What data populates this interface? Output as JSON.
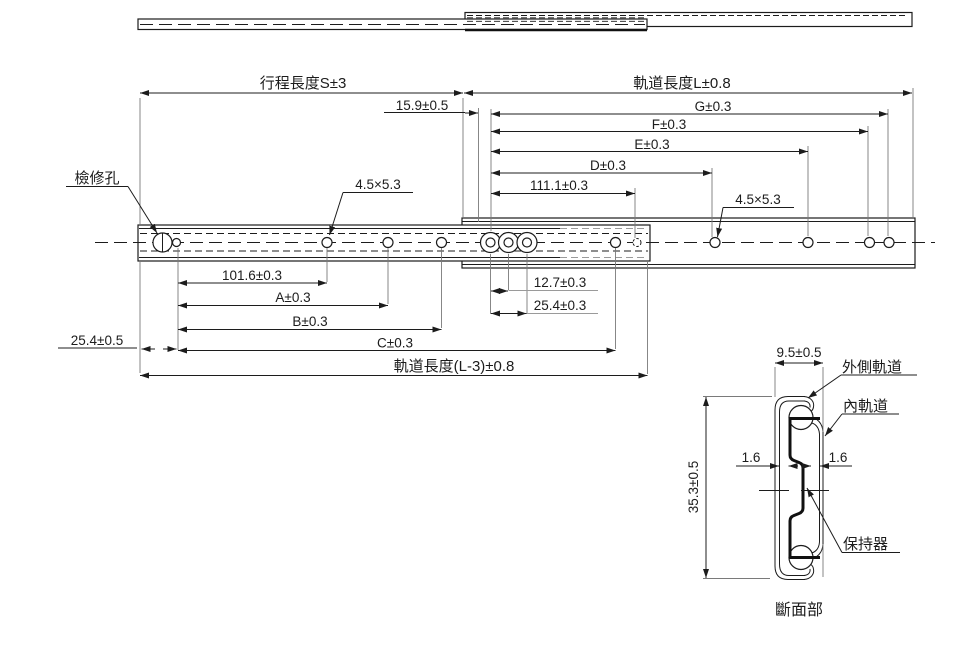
{
  "drawing": {
    "top_dims": {
      "stroke_length": "行程長度S±3",
      "rail_length": "軌道長度L±0.8",
      "dim_15_9": "15.9±0.5",
      "dim_g": "G±0.3",
      "dim_f": "F±0.3",
      "dim_e": "E±0.3",
      "dim_d": "D±0.3",
      "dim_111_1": "111.1±0.3",
      "slot_callout_right": "4.5×5.3",
      "slot_callout_left": "4.5×5.3",
      "inspection_hole": "檢修孔"
    },
    "bottom_dims": {
      "dim_101_6": "101.6±0.3",
      "dim_a": "A±0.3",
      "dim_b": "B±0.3",
      "dim_c": "C±0.3",
      "dim_25_4_end": "25.4±0.5",
      "rail_length_l3": "軌道長度(L-3)±0.8",
      "dim_12_7": "12.7±0.3",
      "dim_25_4_slot": "25.4±0.3"
    },
    "section": {
      "dim_width": "9.5±0.5",
      "dim_height": "35.3±0.5",
      "gap_left": "1.6",
      "gap_right": "1.6",
      "outer_rail": "外側軌道",
      "inner_rail": "內軌道",
      "retainer": "保持器",
      "caption": "斷面部"
    },
    "colors": {
      "line": "#1c1c1c",
      "extension_line": "#7a7a7a",
      "background": "#ffffff"
    }
  }
}
